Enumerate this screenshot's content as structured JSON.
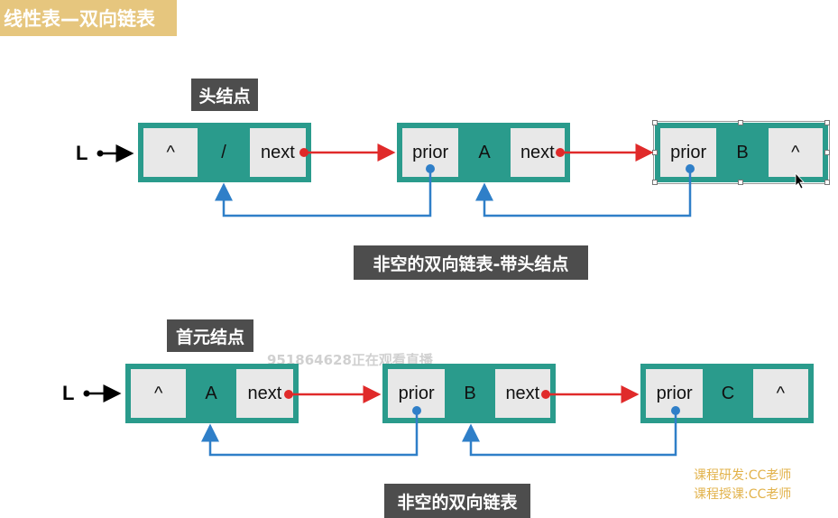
{
  "title": "线性表—双向链表",
  "diagram1": {
    "head_label": "头结点",
    "list_pointer": "L",
    "caption": "非空的双向链表-带头结点",
    "nodes": [
      {
        "cells": [
          "^",
          "/",
          "next"
        ]
      },
      {
        "cells": [
          "prior",
          "A",
          "next"
        ]
      },
      {
        "cells": [
          "prior",
          "B",
          "^"
        ]
      }
    ]
  },
  "diagram2": {
    "head_label": "首元结点",
    "list_pointer": "L",
    "caption": "非空的双向链表",
    "nodes": [
      {
        "cells": [
          "^",
          "A",
          "next"
        ]
      },
      {
        "cells": [
          "prior",
          "B",
          "next"
        ]
      },
      {
        "cells": [
          "prior",
          "C",
          "^"
        ]
      }
    ]
  },
  "watermark": "951864628正在观看直播",
  "credits": [
    "课程研发:CC老师",
    "课程授课:CC老师"
  ],
  "colors": {
    "teal": "#2a9b8c",
    "cell": "#e8e8e8",
    "next_arrow": "#e02a2a",
    "prior_arrow": "#2f7fc8",
    "title_bg": "#e6c67e",
    "label_bg": "#4d4d4d"
  }
}
